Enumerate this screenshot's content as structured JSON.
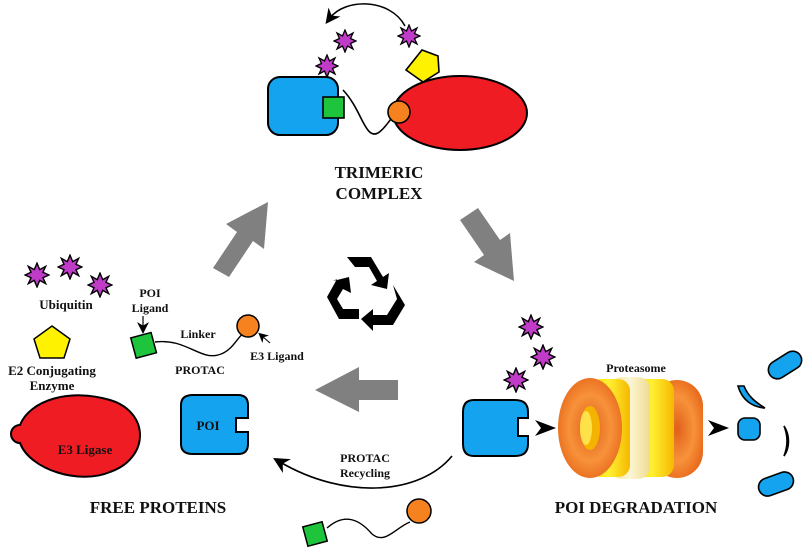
{
  "stages": {
    "trimeric": {
      "line1": "TRIMERIC",
      "line2": "COMPLEX"
    },
    "degradation": "POI DEGRADATION",
    "free_proteins": "FREE PROTEINS"
  },
  "legend": {
    "ubiquitin": "Ubiquitin",
    "e2_line1": "E2 Conjugating",
    "e2_line2": "Enzyme",
    "poi_ligand_line1": "POI",
    "poi_ligand_line2": "Ligand",
    "linker": "Linker",
    "e3_ligand": "E3 Ligand",
    "protac": "PROTAC"
  },
  "proteins": {
    "poi": "POI",
    "e3_ligase": "E3 Ligase",
    "proteasome": "Proteasome"
  },
  "recycling": {
    "line1": "PROTAC",
    "line2": "Recycling"
  },
  "colors": {
    "poi_blue": "#14a3ef",
    "e3_red": "#f01c24",
    "e3_ligand_orange": "#f5821f",
    "poi_ligand_green": "#1ec43c",
    "ubiquitin_magenta": "#c03cc8",
    "e2_yellow": "#fff200",
    "arrow_gray": "#808080"
  }
}
